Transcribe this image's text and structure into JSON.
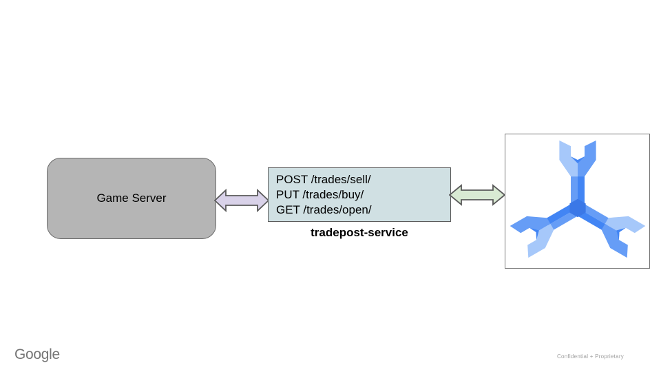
{
  "diagram": {
    "game_server": {
      "label": "Game Server"
    },
    "service_box": {
      "endpoints": [
        "POST /trades/sell/",
        "PUT /trades/buy/",
        "GET /trades/open/"
      ],
      "caption": "tradepost-service"
    },
    "logo": {
      "name": "agones-three-wrench-logo"
    },
    "colors": {
      "game_server_fill": "#b5b5b5",
      "service_box_fill": "#d0e0e3",
      "arrow_left_fill": "#d9d2e9",
      "arrow_right_fill": "#d9ead3",
      "arrow_stroke": "#595959",
      "logo_light": "#a6c8fa",
      "logo_medium": "#669df6",
      "logo_dark": "#4285f4",
      "logo_deep": "#3b78e7"
    }
  },
  "footer": {
    "brand": "Google",
    "confidential": "Confidential + Proprietary"
  }
}
